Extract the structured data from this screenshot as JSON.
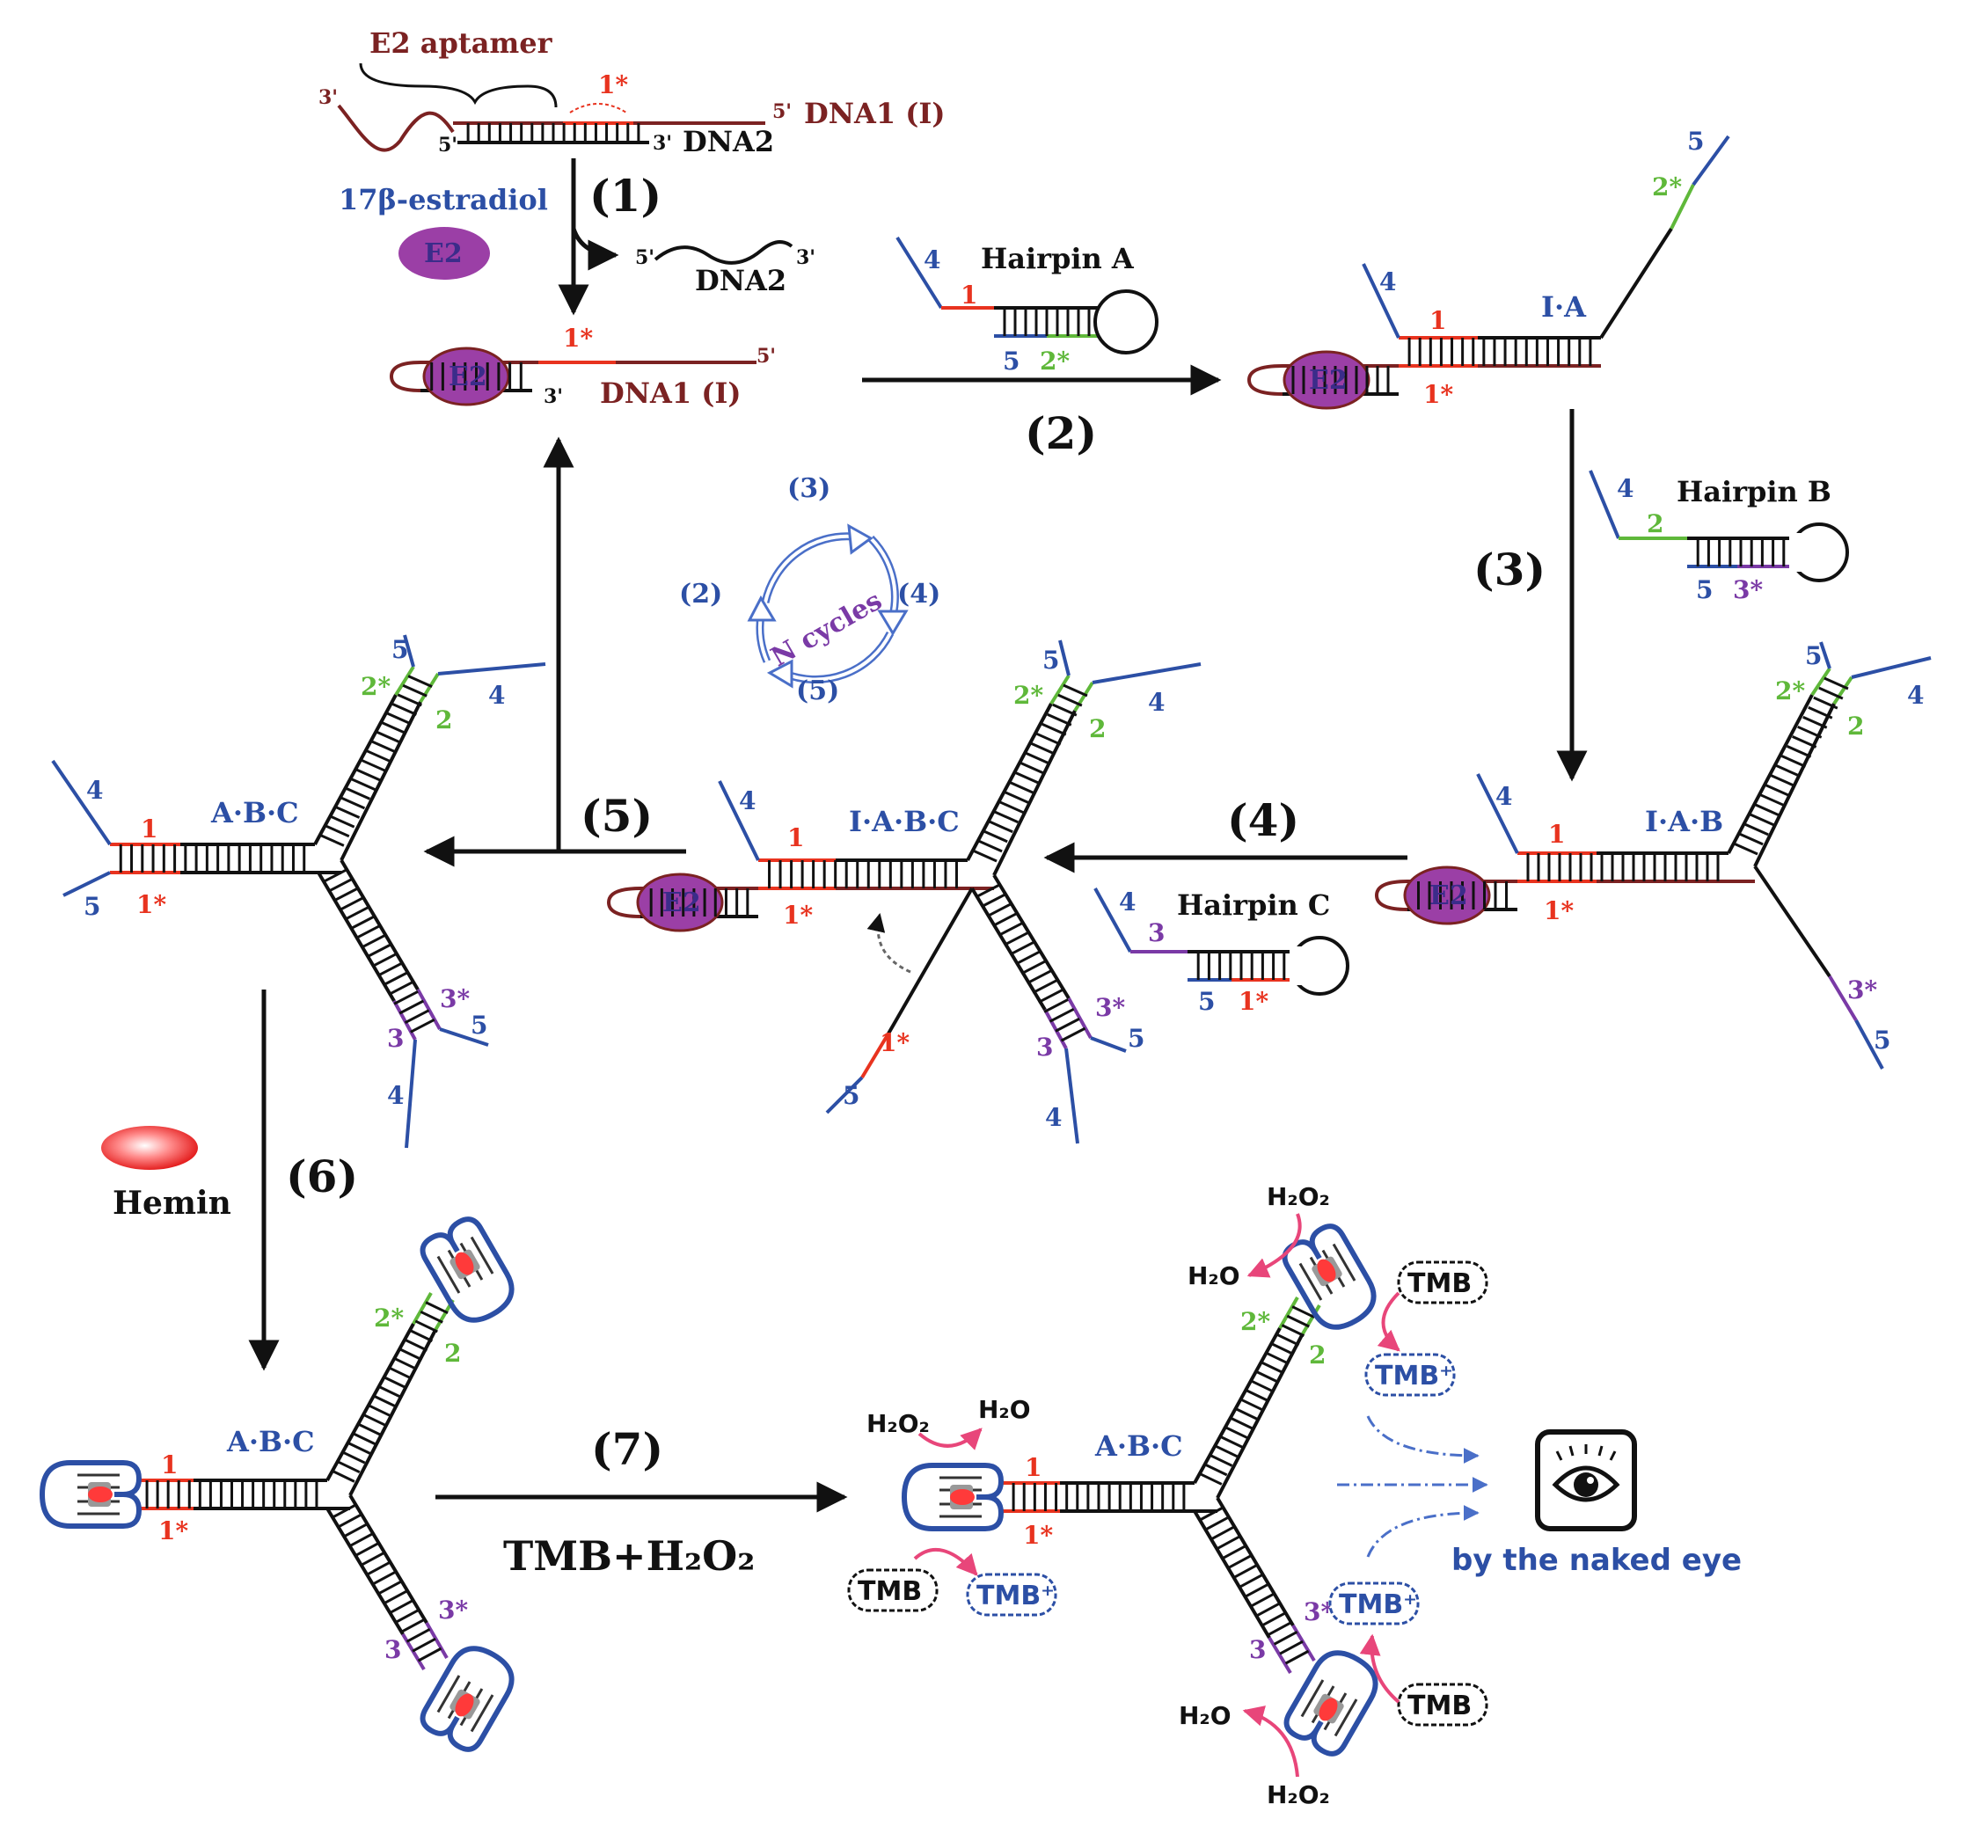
{
  "colors": {
    "blue": "#2c4fa5",
    "red": "#e8331f",
    "green": "#5fb83a",
    "purple": "#7a3aa6",
    "maroon": "#7b2222",
    "magenta": "#e8467a",
    "e2": "#9b3fa6",
    "black": "#111111"
  },
  "top": {
    "aptamer_label": "E2 aptamer",
    "dna1_label": "DNA1 (I)",
    "dna2_label": "DNA2",
    "released_dna2": "DNA2",
    "estradiol_label": "17β-estradiol",
    "e2_badge": "E2",
    "dna1_bound_label": "DNA1 (I)",
    "seg_1star": "1*",
    "p3": "3'",
    "p5": "5'"
  },
  "steps": {
    "s1": "(1)",
    "s2": "(2)",
    "s3": "(3)",
    "s4": "(4)",
    "s5": "(5)",
    "s6": "(6)",
    "s7": "(7)"
  },
  "hairpins": {
    "a_title": "Hairpin A",
    "b_title": "Hairpin B",
    "c_title": "Hairpin C"
  },
  "complexes": {
    "ia": "I·A",
    "iab": "I·A·B",
    "iabc": "I·A·B·C",
    "abc": "A·B·C"
  },
  "cycle": {
    "center": "N cycles",
    "c3": "(3)",
    "c4": "(4)",
    "c5": "(5)",
    "c2": "(2)"
  },
  "domains": {
    "d1": "1",
    "d1s": "1*",
    "d2": "2",
    "d2s": "2*",
    "d3": "3",
    "d3s": "3*",
    "d4": "4",
    "d5": "5"
  },
  "reagents": {
    "hemin": "Hemin",
    "tmb_h2o2": "TMB+H₂O₂",
    "tmb": "TMB",
    "tmb_ox": "TMB⁺",
    "h2o2": "H₂O₂",
    "h2o": "H₂O",
    "naked_eye": "by the naked eye"
  }
}
